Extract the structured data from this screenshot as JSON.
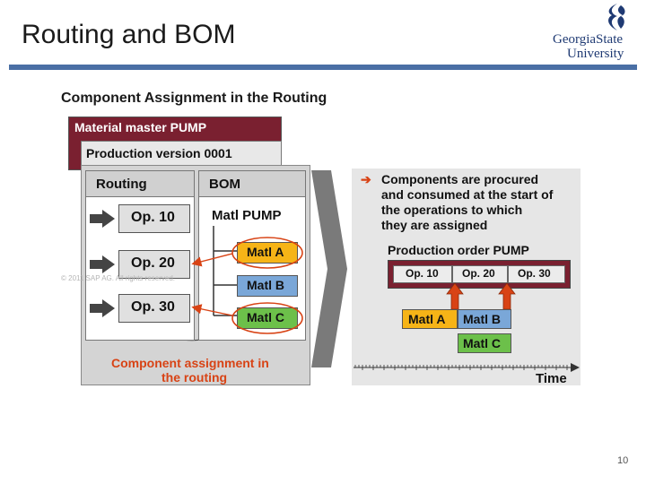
{
  "slide": {
    "title": "Routing and BOM",
    "logo": {
      "line1": "GeorgiaState",
      "line2": "University"
    },
    "page_number": "10"
  },
  "figure": {
    "title": "Component Assignment in the Routing",
    "material_master": "Material master PUMP",
    "production_version": "Production version 0001",
    "routing_label": "Routing",
    "bom_label": "BOM",
    "operations": [
      "Op. 10",
      "Op. 20",
      "Op. 30"
    ],
    "bom_header": "Matl PUMP",
    "bom_items": [
      "Matl A",
      "Matl B",
      "Matl C"
    ],
    "caption_line1": "Component assignment in",
    "caption_line2": "the routing",
    "copyright": "© 2011 SAP AG. All rights reserved."
  },
  "right_panel": {
    "bullet_lines": [
      "Components are procured",
      "and consumed at the start of",
      "the operations to which",
      "they are assigned"
    ],
    "order_title": "Production order PUMP",
    "order_ops": [
      "Op. 10",
      "Op. 20",
      "Op. 30"
    ],
    "materials": [
      "Matl A",
      "Matl B",
      "Matl C"
    ],
    "time_label": "Time"
  },
  "colors": {
    "accent_blue": "#4a6fa5",
    "matl_a_fill": "#f6b417",
    "matl_b_fill": "#7aa7d8",
    "matl_c_fill": "#6cc04a",
    "arrow_red": "#d84315",
    "order_fill": "#7a2030"
  }
}
